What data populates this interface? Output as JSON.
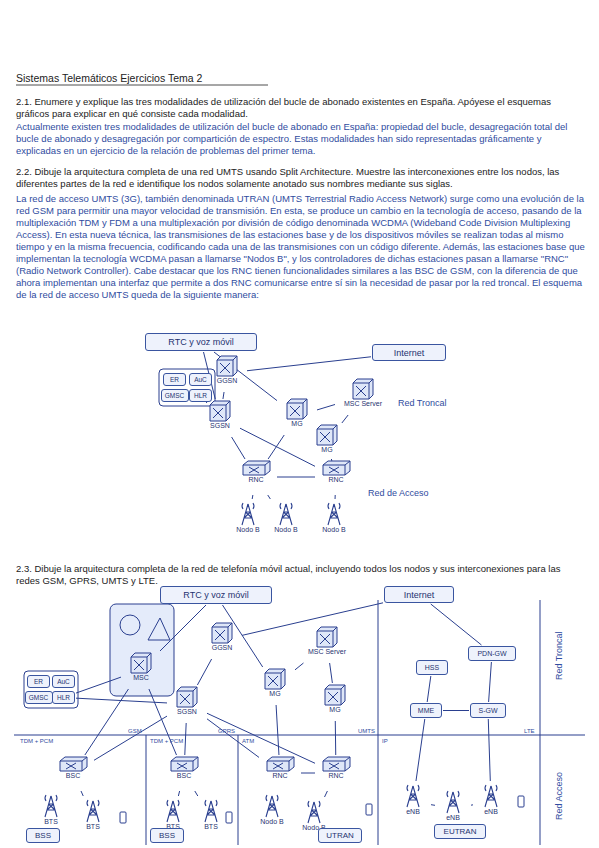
{
  "diagram": {
    "title": "Sistemas Telemáticos Ejercicios Tema 2",
    "nodes": [
      {
        "text": [
          "RTC y voz móvil"
        ]
      },
      {
        "text": [
          "Internet"
        ]
      },
      {
        "text": [
          "ER"
        ]
      },
      {
        "text": [
          "AuC"
        ]
      },
      {
        "text": [
          "GMSC"
        ]
      },
      {
        "text": [
          "HLR"
        ]
      },
      {
        "text": [
          "GGSN"
        ]
      },
      {
        "text": [
          "SGSN"
        ]
      },
      {
        "text": [
          "MG"
        ]
      },
      {
        "text": [
          "MSC Server"
        ]
      },
      {
        "text": [
          "MG"
        ]
      },
      {
        "text": [
          "RNC"
        ]
      },
      {
        "text": [
          "RNC"
        ]
      },
      {
        "text": [
          "Nodo B"
        ]
      },
      {
        "text": [
          "Nodo B"
        ]
      },
      {
        "text": [
          "Nodo B"
        ]
      },
      {
        "text": [
          "RTC y voz móvil"
        ]
      },
      {
        "text": [
          "Internet"
        ]
      },
      {
        "text": [
          "ER"
        ]
      },
      {
        "text": [
          "AuC"
        ]
      },
      {
        "text": [
          "GMSC"
        ]
      },
      {
        "text": [
          "HLR"
        ]
      },
      {
        "text": [
          "MSC"
        ]
      },
      {
        "text": [
          "GGSN"
        ]
      },
      {
        "text": [
          "SGSN"
        ]
      },
      {
        "text": [
          "MSC Server"
        ]
      },
      {
        "text": [
          "MG"
        ]
      },
      {
        "text": [
          "MG"
        ]
      },
      {
        "text": [
          "HSS"
        ]
      },
      {
        "text": [
          "PDN-GW"
        ]
      },
      {
        "text": [
          "MME"
        ]
      },
      {
        "text": [
          "S-GW"
        ]
      },
      {
        "text": [
          "BSC"
        ]
      },
      {
        "text": [
          "BSC"
        ]
      },
      {
        "text": [
          "RNC"
        ]
      },
      {
        "text": [
          "RNC"
        ]
      },
      {
        "text": [
          "BTS"
        ]
      },
      {
        "text": [
          "BTS"
        ]
      },
      {
        "text": [
          "BTS"
        ]
      },
      {
        "text": [
          "BTS"
        ]
      },
      {
        "text": [
          "Nodo B"
        ]
      },
      {
        "text": [
          "Nodo B"
        ]
      },
      {
        "text": [
          "eNB"
        ]
      },
      {
        "text": [
          "eNB"
        ]
      },
      {
        "text": [
          "eNB"
        ]
      },
      {
        "text": [
          "BSS"
        ]
      },
      {
        "text": [
          "BSS"
        ]
      },
      {
        "text": [
          "UTRAN"
        ]
      },
      {
        "text": [
          "EUTRAN"
        ]
      }
    ],
    "edges": [
      {
        "from": 0,
        "to": 7,
        "arrow": "none"
      },
      {
        "from": 0,
        "to": 8,
        "arrow": "none"
      },
      {
        "from": 1,
        "to": 6,
        "arrow": "none"
      },
      {
        "from": 6,
        "to": 7,
        "arrow": "none"
      },
      {
        "from": 5,
        "to": 7,
        "arrow": "none"
      },
      {
        "from": 8,
        "to": 9,
        "arrow": "none"
      },
      {
        "from": 9,
        "to": 10,
        "arrow": "none"
      },
      {
        "from": 8,
        "to": 11,
        "arrow": "none"
      },
      {
        "from": 10,
        "to": 12,
        "arrow": "none"
      },
      {
        "from": 7,
        "to": 11,
        "arrow": "none"
      },
      {
        "from": 7,
        "to": 12,
        "arrow": "none"
      },
      {
        "from": 11,
        "to": 12,
        "arrow": "none"
      },
      {
        "from": 11,
        "to": 13,
        "arrow": "none"
      },
      {
        "from": 11,
        "to": 14,
        "arrow": "none"
      },
      {
        "from": 12,
        "to": 15,
        "arrow": "none"
      },
      {
        "from": 16,
        "to": 22,
        "arrow": "none"
      },
      {
        "from": 16,
        "to": 26,
        "arrow": "none"
      },
      {
        "from": 17,
        "to": 23,
        "arrow": "none"
      },
      {
        "from": 17,
        "to": 29,
        "arrow": "none"
      },
      {
        "from": 23,
        "to": 24,
        "arrow": "none"
      },
      {
        "from": 21,
        "to": 22,
        "arrow": "none"
      },
      {
        "from": 21,
        "to": 24,
        "arrow": "none"
      },
      {
        "from": 22,
        "to": 32,
        "arrow": "none"
      },
      {
        "from": 22,
        "to": 33,
        "arrow": "none"
      },
      {
        "from": 24,
        "to": 32,
        "arrow": "none"
      },
      {
        "from": 24,
        "to": 33,
        "arrow": "none"
      },
      {
        "from": 24,
        "to": 34,
        "arrow": "none"
      },
      {
        "from": 24,
        "to": 35,
        "arrow": "none"
      },
      {
        "from": 25,
        "to": 26,
        "arrow": "none"
      },
      {
        "from": 25,
        "to": 27,
        "arrow": "none"
      },
      {
        "from": 26,
        "to": 34,
        "arrow": "none"
      },
      {
        "from": 27,
        "to": 35,
        "arrow": "none"
      },
      {
        "from": 34,
        "to": 35,
        "arrow": "none"
      },
      {
        "from": 32,
        "to": 36,
        "arrow": "none"
      },
      {
        "from": 32,
        "to": 37,
        "arrow": "none"
      },
      {
        "from": 33,
        "to": 38,
        "arrow": "none"
      },
      {
        "from": 33,
        "to": 39,
        "arrow": "none"
      },
      {
        "from": 34,
        "to": 40,
        "arrow": "none"
      },
      {
        "from": 35,
        "to": 41,
        "arrow": "none"
      },
      {
        "from": 28,
        "to": 30,
        "arrow": "none"
      },
      {
        "from": 30,
        "to": 31,
        "arrow": "none"
      },
      {
        "from": 29,
        "to": 31,
        "arrow": "none"
      },
      {
        "from": 30,
        "to": 42,
        "arrow": "none"
      },
      {
        "from": 31,
        "to": 44,
        "arrow": "none"
      },
      {
        "from": 42,
        "to": 43,
        "arrow": "none"
      },
      {
        "from": 43,
        "to": 44,
        "arrow": "none"
      }
    ],
    "labels": [
      "2.1. Enumere y explique las tres modalidades de utilización del bucle de abonado existentes en España. Apóyese el esquemas gráficos para explicar en qué consiste cada modalidad.",
      "Actualmente existen tres modalidades de utilización del bucle de abonado en España: propiedad del bucle, desagregación total del bucle de abonado y desagregación por compartición de espectro. Estas modalidades han sido representadas gráficamente y explicadas en un ejercicio de la relación de problemas del primer tema.",
      "2.2. Dibuje la arquitectura completa de una red UMTS usando Split Architecture. Muestre las interconexiones entre los nodos, las diferentes partes de la red e identifique los nodos solamente anotado sus nombres mediante sus siglas.",
      "La red de acceso UMTS (3G), también denominada UTRAN (UMTS Terrestrial Radio Access Network) surge como una evolución de la red GSM para permitir una mayor velocidad de transmisión. En esta, se produce un cambio en la tecnología de acceso, pasando de la multiplexación TDM y FDM a una multiplexación por división de código denominada WCDMA (Wideband Code Division Multiplexing Access). En esta nueva técnica, las transmisiones de las estaciones base y de los dispositivos móviles se realizan todas al mismo tiempo y en la misma frecuencia, codificando cada una de las transmisiones con un código diferente. Además, las estaciones base que implementan la tecnología WCDMA pasan a llamarse \"Nodos B\", y los controladores de dichas estaciones pasan a llamarse \"RNC\" (Radio Network Controller). Cabe destacar que los RNC tienen funcionalidades similares a las BSC de GSM, con la diferencia de que ahora implementan una interfaz que permite a dos RNC comunicarse entre sí sin la necesidad de pasar por la red troncal. El esquema de la red de acceso UMTS queda de la siguiente manera:",
      "Red Troncal",
      "Red de Acceso",
      "2.3. Dibuje la arquitectura completa de la red de telefonía móvil actual, incluyendo todos los nodos y sus interconexiones para las redes GSM, GPRS, UMTS y LTE.",
      "Red Troncal",
      "Red Acceso",
      "TDM + PCM",
      "TDM + PCM",
      "ATM",
      "IP",
      "GSM",
      "GPRS",
      "UMTS",
      "LTE"
    ]
  }
}
